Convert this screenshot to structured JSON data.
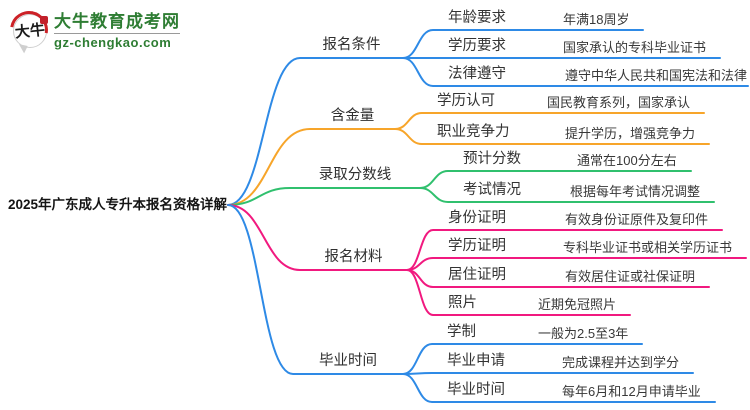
{
  "logo": {
    "brand": "大牛教育成考网",
    "domain": "gz-chengkao.com",
    "icon_text": "大牛",
    "brand_color": "#2e7d33",
    "accent_red": "#cc2127"
  },
  "root": {
    "label": "2025年广东成人专升本报名资格详解"
  },
  "branches": [
    {
      "label": "报名条件",
      "color": "#2e8ae6",
      "children": [
        {
          "label": "年龄要求",
          "value": "年满18周岁"
        },
        {
          "label": "学历要求",
          "value": "国家承认的专科毕业证书"
        },
        {
          "label": "法律遵守",
          "value": "遵守中华人民共和国宪法和法律"
        }
      ]
    },
    {
      "label": "含金量",
      "color": "#f7a52a",
      "children": [
        {
          "label": "学历认可",
          "value": "国民教育系列，国家承认"
        },
        {
          "label": "职业竞争力",
          "value": "提升学历，增强竞争力"
        }
      ]
    },
    {
      "label": "录取分数线",
      "color": "#30c06e",
      "children": [
        {
          "label": "预计分数",
          "value": "通常在100分左右"
        },
        {
          "label": "考试情况",
          "value": "根据每年考试情况调整"
        }
      ]
    },
    {
      "label": "报名材料",
      "color": "#f1197f",
      "children": [
        {
          "label": "身份证明",
          "value": "有效身份证原件及复印件"
        },
        {
          "label": "学历证明",
          "value": "专科毕业证书或相关学历证书"
        },
        {
          "label": "居住证明",
          "value": "有效居住证或社保证明"
        },
        {
          "label": "照片",
          "value": "近期免冠照片"
        }
      ]
    },
    {
      "label": "毕业时间",
      "color": "#2e8ae6",
      "children": [
        {
          "label": "学制",
          "value": "一般为2.5至3年"
        },
        {
          "label": "毕业申请",
          "value": "完成课程并达到学分"
        },
        {
          "label": "毕业时间",
          "value": "每年6月和12月申请毕业"
        }
      ]
    }
  ]
}
